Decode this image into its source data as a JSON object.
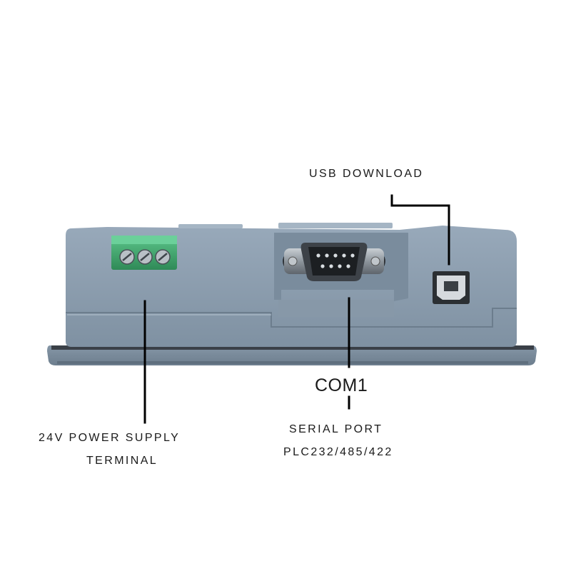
{
  "labels": {
    "usb_download": "USB DOWNLOAD",
    "com1": "COM1",
    "power_line1": "24V POWER SUPPLY",
    "power_line2": "TERMINAL",
    "serial_line1": "SERIAL PORT",
    "serial_line2": "PLC232/485/422"
  },
  "colors": {
    "housing": "#8a9cad",
    "housing_dark": "#6f8293",
    "terminal_block": "#3fa56e",
    "connector_metal": "#9aa3ab",
    "leader_line": "#000000"
  },
  "icons": {
    "terminal": "screw-terminal-block",
    "serial": "db9-connector",
    "usb": "usb-type-b-port"
  }
}
